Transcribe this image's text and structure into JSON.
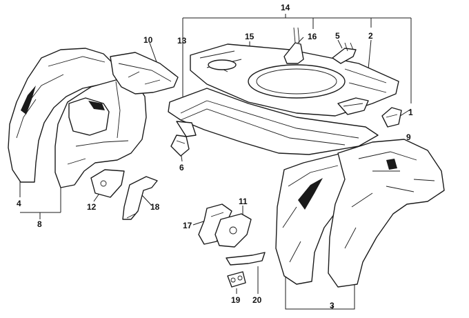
{
  "diagram": {
    "callouts": {
      "c1": "1",
      "c2": "2",
      "c3": "3",
      "c4": "4",
      "c5": "5",
      "c6": "6",
      "c8": "8",
      "c9": "9",
      "c10": "10",
      "c11": "11",
      "c12": "12",
      "c13": "13",
      "c14": "14",
      "c15": "15",
      "c16": "16",
      "c17": "17",
      "c18": "18",
      "c19": "19",
      "c20": "20"
    }
  }
}
